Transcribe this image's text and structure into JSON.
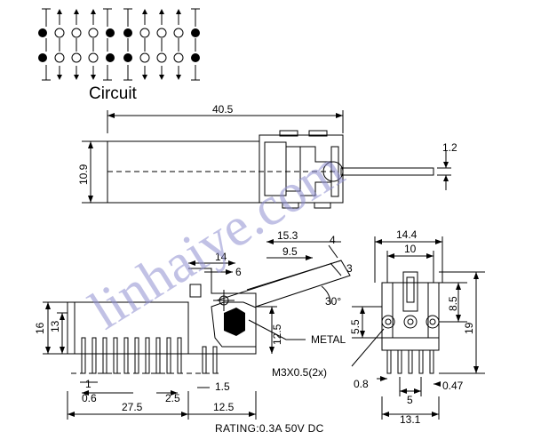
{
  "title": "Circuit",
  "rating": "RATING:0.3A 50V DC",
  "watermark": "linhaiye.com",
  "callouts": {
    "metal": "METAL",
    "screw": "M3X0.5(2x)"
  },
  "dimensions": {
    "top_length": "40.5",
    "top_height": "10.9",
    "shaft_dia": "1.2",
    "side_15_3": "15.3",
    "side_4": "4",
    "side_14": "14",
    "side_9_5": "9.5",
    "side_6": "6",
    "side_3": "3",
    "side_30": "30°",
    "side_16": "16",
    "side_13": "13",
    "side_12_5": "12.5",
    "side_1": "1",
    "side_0_6": "0.6",
    "side_2_5": "2.5",
    "side_1_5": "1.5",
    "side_27_5": "27.5",
    "side_12_5b": "12.5",
    "end_14_4": "14.4",
    "end_10": "10",
    "end_8_5": "8.5",
    "end_5_5": "5.5",
    "end_19": "19",
    "end_0_8": "0.8",
    "end_5": "5",
    "end_0_47": "0.47",
    "end_13_1": "13.1"
  }
}
